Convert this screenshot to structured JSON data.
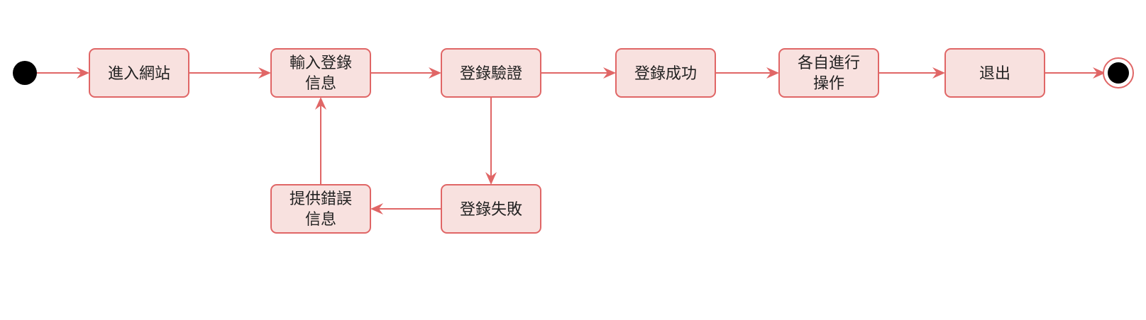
{
  "diagram": {
    "type": "activity",
    "colors": {
      "node_fill": "#f8e1df",
      "node_border": "#e06666",
      "edge": "#e06666",
      "start_dot": "#000000",
      "end_ring": "#e06666",
      "text": "#222222"
    },
    "nodes": {
      "enter_site": {
        "lines": [
          "進入網站"
        ]
      },
      "input_login": {
        "lines": [
          "輸入登錄",
          "信息"
        ]
      },
      "login_verify": {
        "lines": [
          "登錄驗證"
        ]
      },
      "login_success": {
        "lines": [
          "登錄成功"
        ]
      },
      "each_operate": {
        "lines": [
          "各自進行",
          "操作"
        ]
      },
      "exit": {
        "lines": [
          "退出"
        ]
      },
      "login_fail": {
        "lines": [
          "登錄失敗"
        ]
      },
      "provide_error": {
        "lines": [
          "提供錯誤",
          "信息"
        ]
      }
    },
    "edges": [
      {
        "from": "start",
        "to": "enter_site"
      },
      {
        "from": "enter_site",
        "to": "input_login"
      },
      {
        "from": "input_login",
        "to": "login_verify"
      },
      {
        "from": "login_verify",
        "to": "login_success"
      },
      {
        "from": "login_success",
        "to": "each_operate"
      },
      {
        "from": "each_operate",
        "to": "exit"
      },
      {
        "from": "exit",
        "to": "end"
      },
      {
        "from": "login_verify",
        "to": "login_fail"
      },
      {
        "from": "login_fail",
        "to": "provide_error"
      },
      {
        "from": "provide_error",
        "to": "input_login"
      }
    ]
  }
}
